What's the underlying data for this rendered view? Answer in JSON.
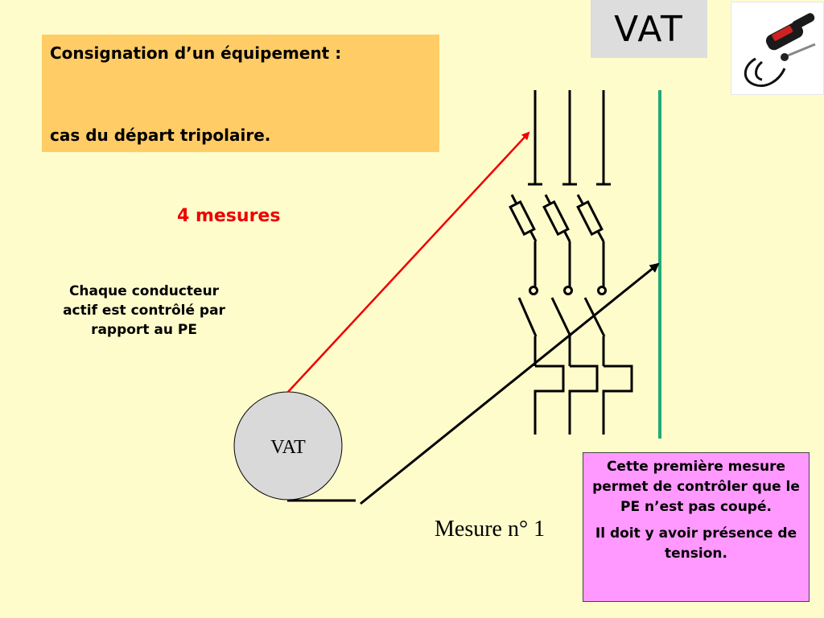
{
  "title": {
    "line1": "Consignation d’un équipement :",
    "line2": "cas du départ tripolaire."
  },
  "vat_label": "VAT",
  "mesures": "4 mesures",
  "explain": "Chaque conducteur actif est contrôlé par rapport au PE",
  "meter_label": "VAT",
  "note": {
    "p1": "Cette première mesure permet de contrôler que le PE n’est pas coupé.",
    "p2": "Il doit y avoir présence de tension."
  },
  "mesure_num": "Mesure n° 1",
  "colors": {
    "background": "#fffccc",
    "title_box": "#ffcc66",
    "note_box": "#ff99ff",
    "red_arrow": "#ee0000",
    "pe_line": "#22aa77"
  },
  "icons": {
    "photo": "voltage-tester-photo"
  }
}
